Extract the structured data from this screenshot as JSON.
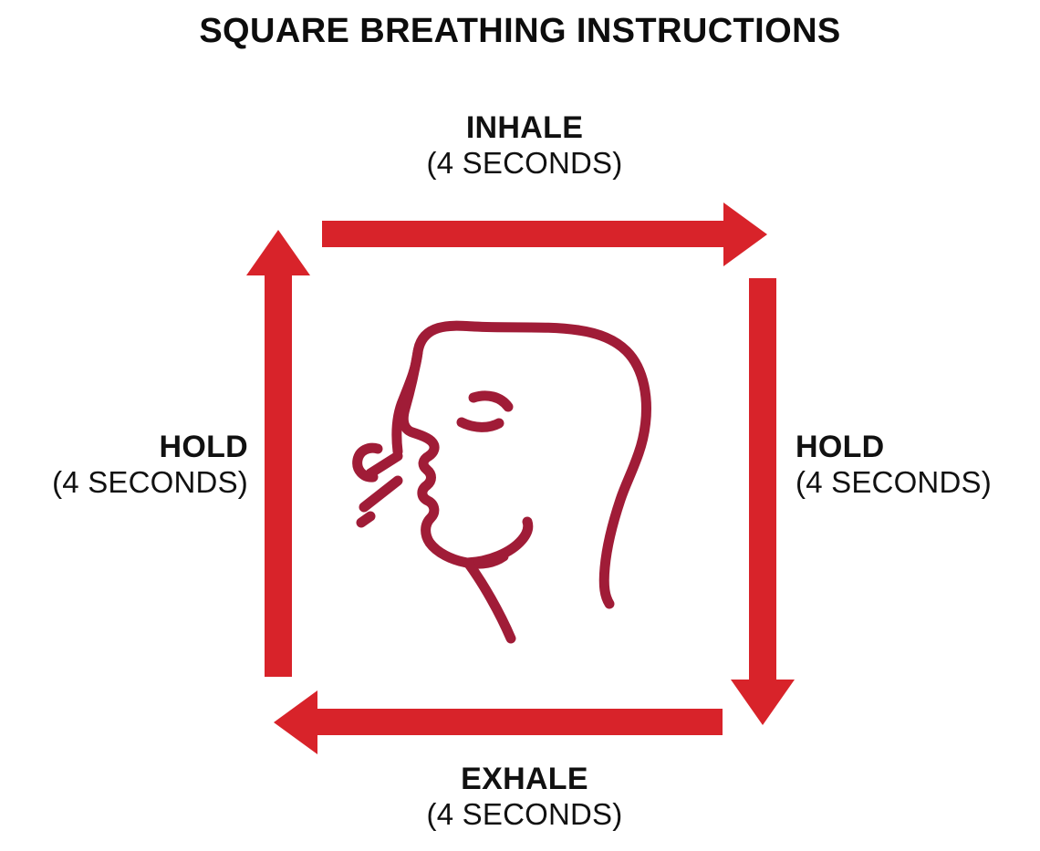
{
  "page": {
    "title": "SQUARE BREATHING INSTRUCTIONS",
    "background_color": "#FFFFFF",
    "title_color": "#0D0D0D",
    "arrow_color": "#D8232A",
    "illustration_color": "#A01C37"
  },
  "cycle": {
    "inhale": {
      "phase": "INHALE",
      "duration": "(4 SECONDS)",
      "position": "top",
      "direction": "right"
    },
    "hold_right": {
      "phase": "HOLD",
      "duration": "(4 SECONDS)",
      "position": "right",
      "direction": "down"
    },
    "exhale": {
      "phase": "EXHALE",
      "duration": "(4 SECONDS)",
      "position": "bottom",
      "direction": "left"
    },
    "hold_left": {
      "phase": "HOLD",
      "duration": "(4 SECONDS)",
      "position": "left",
      "direction": "up"
    }
  },
  "illustration": {
    "name": "head-profile-breathing-icon",
    "description": "Line drawing of a human head in profile with airflow lines at the nose"
  }
}
